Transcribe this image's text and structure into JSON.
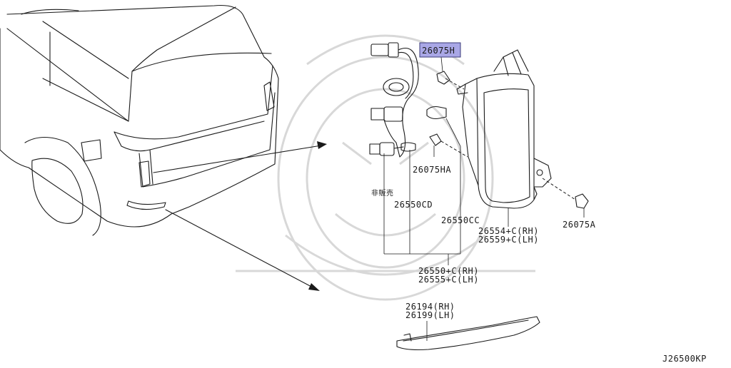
{
  "diagram_code": "J26500KP",
  "callouts": {
    "p26075h": "26075H",
    "p26075ha": "26075HA",
    "p26075a": "26075A",
    "not_for_sale": "非販売",
    "p26550cd": "26550CD",
    "p26550cc": "26550CC",
    "p26554": "26554+C(RH)",
    "p26559": "26559+C(LH)",
    "p26550": "26550+C(RH)",
    "p26555": "26555+C(LH)",
    "p26194": "26194(RH)",
    "p26199": "26199(LH)"
  },
  "colors": {
    "highlight_fill": "#a9a7e6",
    "highlight_stroke": "#3b3b7a",
    "line": "#1a1a1a",
    "watermark": "#d8d8d8"
  }
}
